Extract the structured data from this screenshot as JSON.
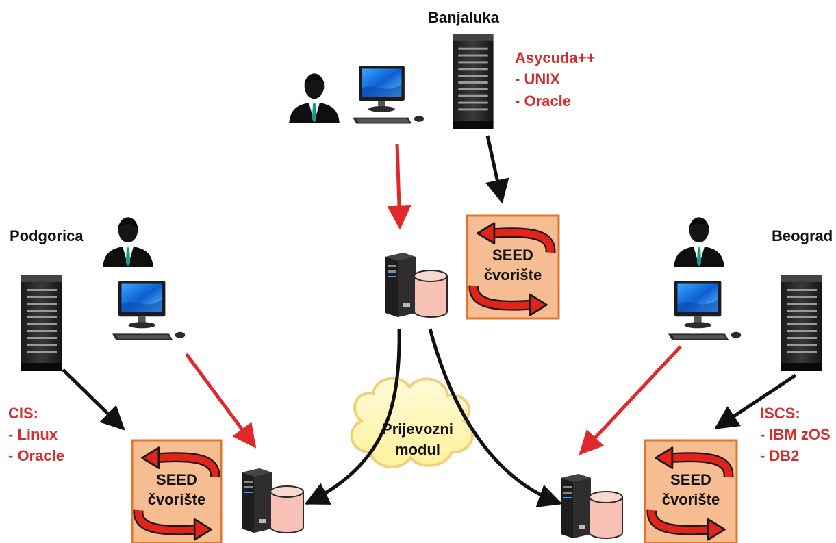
{
  "locations": {
    "banjaluka": {
      "name": "Banjaluka",
      "system": [
        "Asycuda++",
        "- UNIX",
        "- Oracle"
      ]
    },
    "podgorica": {
      "name": "Podgorica",
      "system": [
        "CIS:",
        "- Linux",
        "- Oracle"
      ]
    },
    "beograd": {
      "name": "Beograd",
      "system": [
        "ISCS:",
        "- IBM zOS",
        "- DB2"
      ]
    }
  },
  "seed_node": {
    "line1": "SEED",
    "line2": "čvorište"
  },
  "cloud": {
    "line1": "Prijevozni",
    "line2": "modul"
  },
  "colors": {
    "red_arrow": "#e0282a",
    "black_arrow": "#111111",
    "seed_fill": "#f6bd93",
    "seed_border": "#e1752e",
    "cloud_fill": "#fff7b8",
    "cloud_border": "#f2cf7a",
    "note_text": "#d2302f",
    "db_fill": "#f7c2b5"
  },
  "icons": [
    "person-icon",
    "desktop-computer-icon",
    "server-rack-icon",
    "server-database-icon",
    "swap-arrows-icon",
    "cloud-icon"
  ]
}
